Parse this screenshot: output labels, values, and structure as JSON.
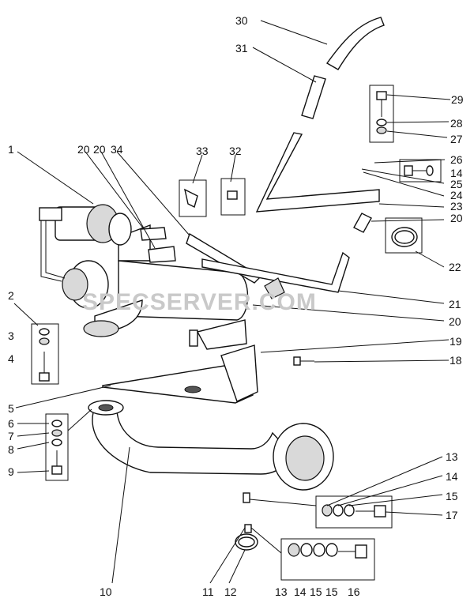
{
  "watermark": "SPECSERVER.COM",
  "callouts": {
    "c1": "1",
    "c20a": "20",
    "c20b": "20",
    "c34": "34",
    "c33": "33",
    "c32": "32",
    "c30": "30",
    "c31": "31",
    "c29": "29",
    "c28": "28",
    "c27": "27",
    "c26": "26",
    "c14a": "14",
    "c25": "25",
    "c24": "24",
    "c23": "23",
    "c20c": "20",
    "c22": "22",
    "c21": "21",
    "c20d": "20",
    "c2": "2",
    "c3": "3",
    "c4": "4",
    "c19": "19",
    "c18": "18",
    "c5": "5",
    "c6": "6",
    "c7": "7",
    "c8": "8",
    "c9": "9",
    "c13a": "13",
    "c14b": "14",
    "c15a": "15",
    "c17": "17",
    "c10": "10",
    "c11": "11",
    "c12": "12",
    "c13b": "13",
    "c14c": "14",
    "c15b": "15",
    "c15c": "15",
    "c16": "16"
  }
}
